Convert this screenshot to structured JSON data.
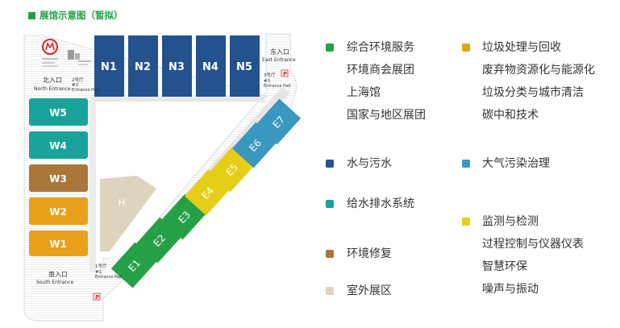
{
  "title": "展馆示意图（暂拟）",
  "colors": {
    "accent": "#21a048",
    "hall_green": "#26a046",
    "hall_navy": "#24528f",
    "hall_teal": "#1aa39a",
    "hall_orange": "#e8a01a",
    "hall_brown": "#a9773a",
    "hall_yellow": "#e5cf16",
    "hall_sky": "#3a97bf",
    "outdoor": "#ddd4bf",
    "corridor": "#dcdcdc",
    "parking": "#d9262b"
  },
  "halls": {
    "n1": "N1",
    "n2": "N2",
    "n3": "N3",
    "n4": "N4",
    "n5": "N5",
    "w1": "W1",
    "w2": "W2",
    "w3": "W3",
    "w4": "W4",
    "w5": "W5",
    "e1": "E1",
    "e2": "E2",
    "e3": "E3",
    "e4": "E4",
    "e5": "E5",
    "e6": "E6",
    "e7": "E7",
    "h": "H"
  },
  "entrances": {
    "east_cn": "东入口",
    "east_en": "East Entrance",
    "north_cn": "北入口",
    "north_en": "North Entrance",
    "south_cn": "南入口",
    "south_en": "South Entrance",
    "hall3_cn": "3号厅",
    "hall3_num": "#3",
    "hall3_en": "Entrance Hall",
    "hall2_cn": "2号厅",
    "hall2_num": "#2",
    "hall2_en": "Entrance Hall",
    "hall1_cn": "1号厅",
    "hall1_num": "#1",
    "hall1_en": "Entrance Hall",
    "parking": "P"
  },
  "legend": {
    "col1": [
      {
        "color": "#26a046",
        "lines": [
          "综合环境服务",
          "环境商会展团",
          "上海馆",
          "国家与地区展团"
        ]
      },
      {
        "color": "#24528f",
        "lines": [
          "水与污水"
        ]
      },
      {
        "color": "#1aa39a",
        "lines": [
          "给水排水系统"
        ]
      },
      {
        "color": "#a9773a",
        "lines": [
          "环境修复"
        ]
      },
      {
        "color": "#ddd4bf",
        "lines": [
          "室外展区"
        ]
      }
    ],
    "col2": [
      {
        "color": "#e8a01a",
        "lines": [
          "垃圾处理与回收",
          "废弃物资源化与能源化",
          "垃圾分类与城市清洁",
          "碳中和技术"
        ]
      },
      {
        "color": "#3a97bf",
        "lines": [
          "大气污染治理"
        ]
      },
      {
        "color": "#e5cf16",
        "lines": [
          "监测与检测",
          "过程控制与仪器仪表",
          "智慧环保",
          "噪声与振动"
        ]
      }
    ]
  }
}
